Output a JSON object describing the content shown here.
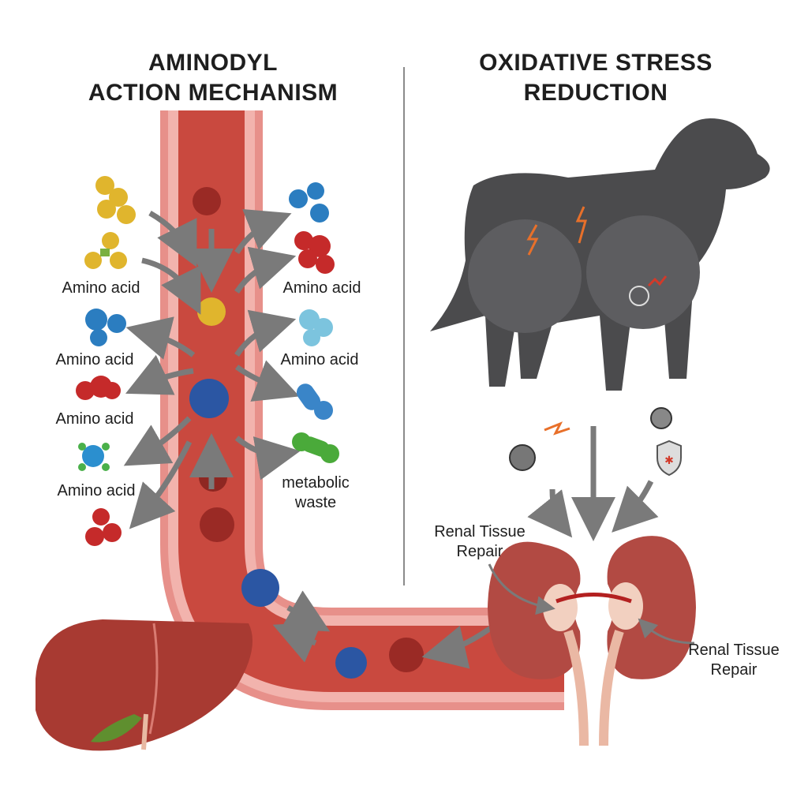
{
  "left_panel": {
    "title_line1": "AMINODYL",
    "title_line2": "ACTION MECHANISM",
    "labels": {
      "left": [
        "Amino acid",
        "Amino acid",
        "Amino acid",
        "Amino acid"
      ],
      "right": [
        "Amino acid",
        "Amino acid"
      ],
      "waste_line1": "metabolic",
      "waste_line2": "waste"
    }
  },
  "right_panel": {
    "title_line1": "OXIDATIVE STRESS",
    "title_line2": "REDUCTION",
    "repair_left_line1": "Renal Tissue",
    "repair_left_line2": "Repair",
    "repair_right_line1": "Renal Tissue",
    "repair_right_line2": "Repair"
  },
  "colors": {
    "vessel_outer": "#e7908a",
    "vessel_inner": "#c9493f",
    "dog": "#4b4b4d",
    "liver": "#a83a32",
    "kidney": "#b24a43"
  }
}
